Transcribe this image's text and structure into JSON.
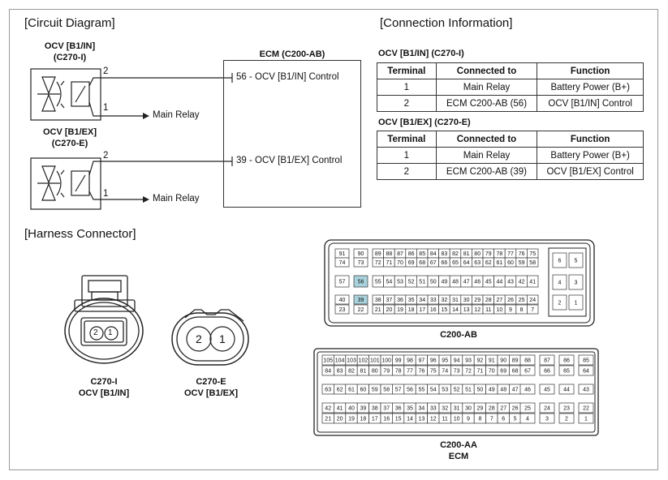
{
  "sections": {
    "circuit": "[Circuit Diagram]",
    "connection": "[Connection Information]",
    "harness": "[Harness Connector]"
  },
  "circuit": {
    "ocv_in_label": [
      "OCV [B1/IN]",
      "(C270-I)"
    ],
    "ocv_ex_label": [
      "OCV [B1/EX]",
      "(C270-E)"
    ],
    "pin2": "2",
    "pin1": "1",
    "main_relay": "Main Relay",
    "ecm_title": "ECM (C200-AB)",
    "ecm_pin_in": "56 - OCV [B1/IN] Control",
    "ecm_pin_ex": "39 - OCV [B1/EX] Control"
  },
  "connection_info": {
    "headers": [
      "Terminal",
      "Connected to",
      "Function"
    ],
    "tables": [
      {
        "title": "OCV [B1/IN] (C270-I)",
        "rows": [
          [
            "1",
            "Main Relay",
            "Battery Power (B+)"
          ],
          [
            "2",
            "ECM C200-AB (56)",
            "OCV [B1/IN] Control"
          ]
        ]
      },
      {
        "title": "OCV [B1/EX] (C270-E)",
        "rows": [
          [
            "1",
            "Main Relay",
            "Battery Power (B+)"
          ],
          [
            "2",
            "ECM C200-AB (39)",
            "OCV [B1/EX] Control"
          ]
        ]
      }
    ]
  },
  "harness": {
    "c270i": {
      "pins": [
        "2",
        "1"
      ],
      "caption": [
        "C270-I",
        "OCV [B1/IN]"
      ]
    },
    "c270e": {
      "pins": [
        "2",
        "1"
      ],
      "caption": [
        "C270-E",
        "OCV [B1/EX]"
      ]
    },
    "c200ab": {
      "caption": "C200-AB",
      "highlight": [
        "56",
        "39"
      ],
      "highlight_color": "#a9d3dc",
      "rows": [
        [
          [
            "91",
            "90"
          ],
          [
            "89",
            "88",
            "87",
            "86",
            "85",
            "84",
            "83",
            "82",
            "81",
            "80",
            "79",
            "78",
            "77",
            "76",
            "75"
          ],
          [
            "6",
            "5"
          ]
        ],
        [
          [
            "74",
            "73"
          ],
          [
            "72",
            "71",
            "70",
            "69",
            "68",
            "67",
            "66",
            "65",
            "64",
            "63",
            "62",
            "61",
            "60",
            "59",
            "58"
          ]
        ],
        [
          [
            "57",
            "56"
          ],
          [
            "55",
            "54",
            "53",
            "52",
            "51",
            "50",
            "49",
            "48",
            "47",
            "46",
            "45",
            "44",
            "43",
            "42",
            "41"
          ],
          [
            "4",
            "3"
          ]
        ],
        [
          [
            "40",
            "39"
          ],
          [
            "38",
            "37",
            "36",
            "35",
            "34",
            "33",
            "32",
            "31",
            "30",
            "29",
            "28",
            "27",
            "26",
            "25",
            "24"
          ],
          [
            "2",
            "1"
          ]
        ],
        [
          [
            "23",
            "22"
          ],
          [
            "21",
            "20",
            "19",
            "18",
            "17",
            "16",
            "15",
            "14",
            "13",
            "12",
            "11",
            "10",
            "9",
            "8",
            "7"
          ]
        ]
      ]
    },
    "c200aa": {
      "caption": [
        "C200-AA",
        "ECM"
      ],
      "rows": [
        [
          [
            "105",
            "104",
            "103",
            "102",
            "101",
            "100",
            "99",
            "98",
            "97",
            "96",
            "95",
            "94",
            "93",
            "92",
            "91",
            "90",
            "89"
          ],
          [
            "88",
            "87",
            "86",
            "85"
          ]
        ],
        [
          [
            "84",
            "83",
            "82",
            "81",
            "80",
            "79",
            "78",
            "77",
            "76",
            "75",
            "74",
            "73",
            "72",
            "71",
            "70",
            "69",
            "68"
          ],
          [
            "67",
            "66",
            "65",
            "64"
          ]
        ],
        [
          [
            "63",
            "62",
            "61",
            "60",
            "59",
            "58",
            "57",
            "56",
            "55",
            "54",
            "53",
            "52",
            "51",
            "50",
            "49",
            "48",
            "47"
          ],
          [
            "46",
            "45",
            "44",
            "43"
          ]
        ],
        [
          [
            "42",
            "41",
            "40",
            "39",
            "38",
            "37",
            "36",
            "35",
            "34",
            "33",
            "32",
            "31",
            "30",
            "29",
            "28",
            "27",
            "26"
          ],
          [
            "25",
            "24",
            "23",
            "22"
          ]
        ],
        [
          [
            "21",
            "20",
            "19",
            "18",
            "17",
            "16",
            "15",
            "14",
            "13",
            "12",
            "11",
            "10",
            "9",
            "8",
            "7",
            "6",
            "5"
          ],
          [
            "4",
            "3",
            "2",
            "1"
          ]
        ]
      ]
    }
  }
}
